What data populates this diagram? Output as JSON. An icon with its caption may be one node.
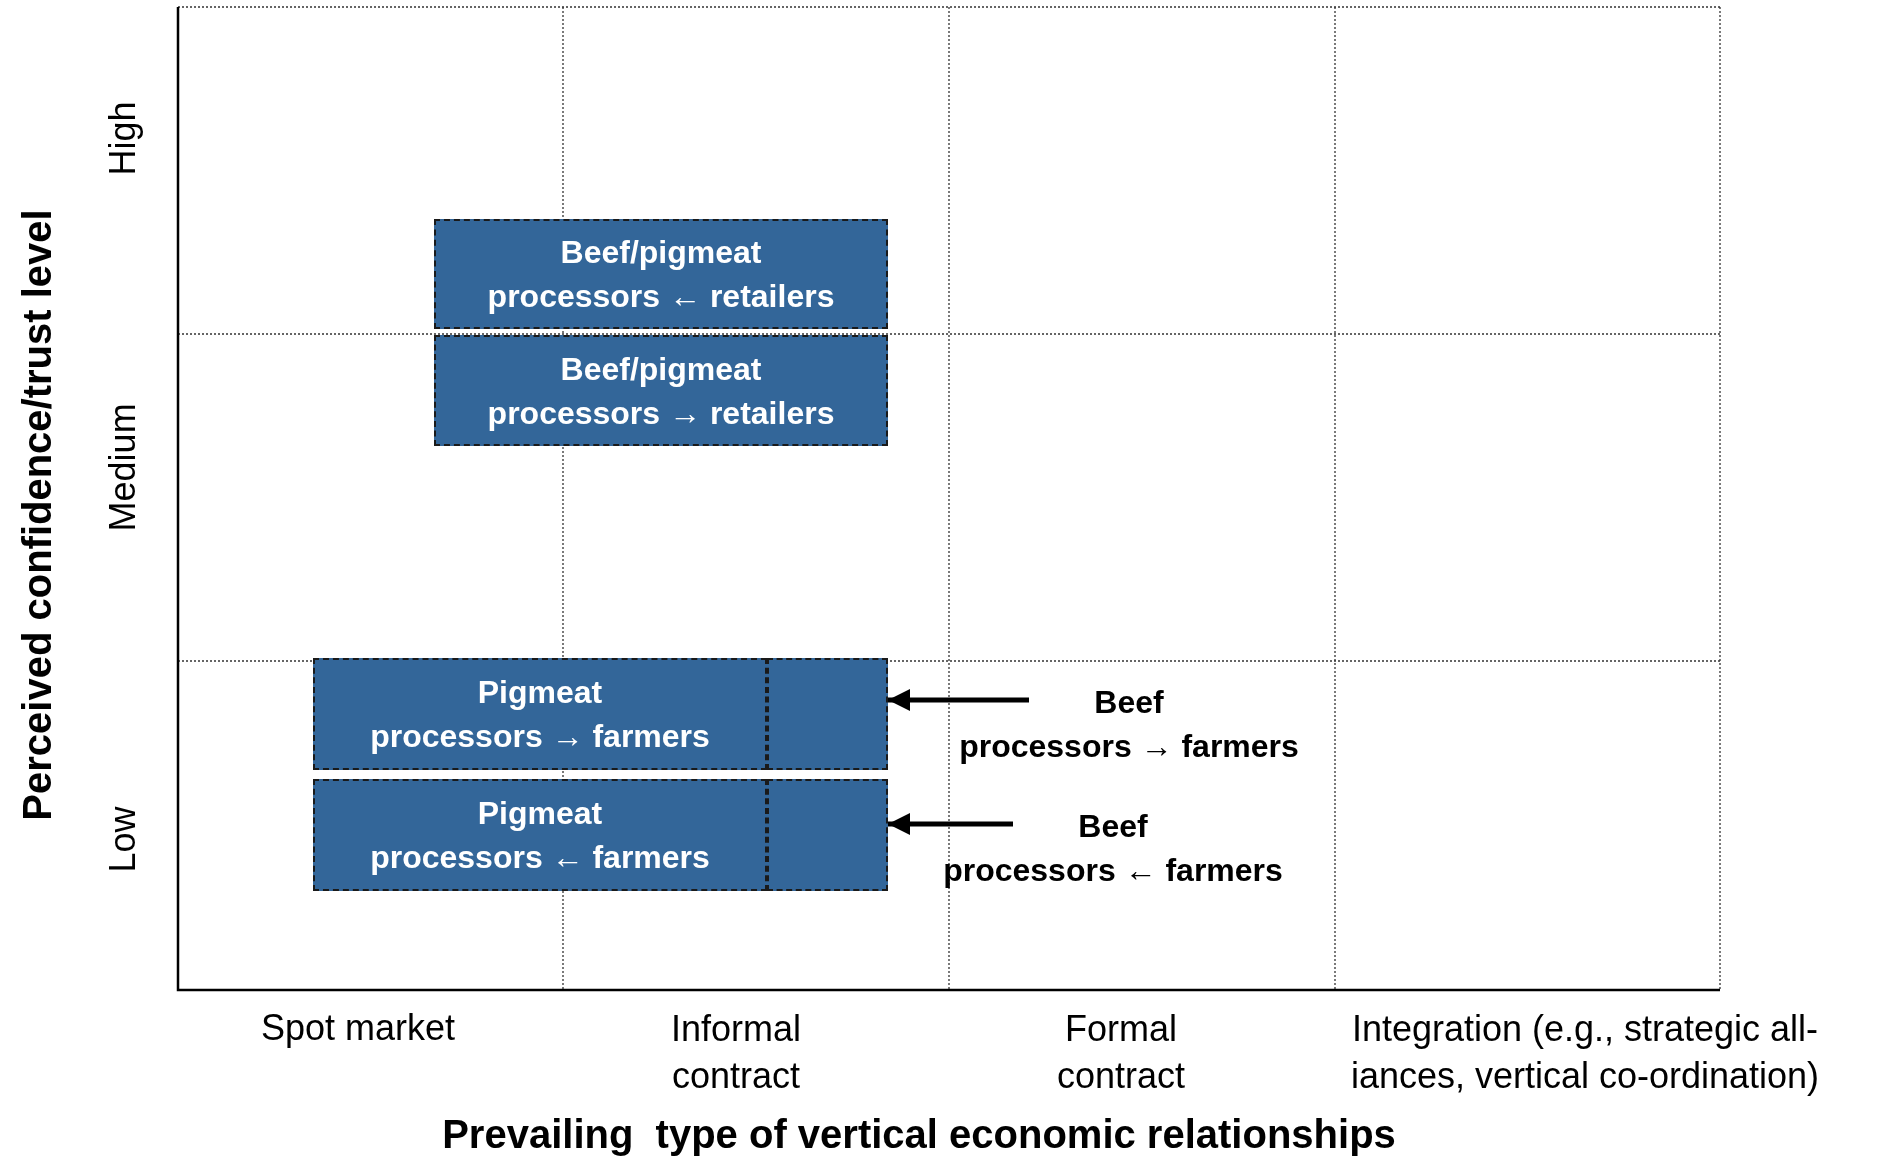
{
  "diagram": {
    "nodes": [
      {
        "text": [
          "Beef/pigmeat processors ← retailers"
        ]
      },
      {
        "text": [
          "Beef/pigmeat processors → retailers"
        ]
      },
      {
        "text": [
          "Pigmeat processors → farmers"
        ]
      },
      {
        "text": [],
        "shape": "box"
      },
      {
        "text": [
          "Beef processors → farmers"
        ]
      },
      {
        "text": [
          "Pigmeat processors ← farmers"
        ]
      },
      {
        "text": [],
        "shape": "box"
      },
      {
        "text": [
          "Beef processors ← farmers"
        ]
      }
    ],
    "edges": [
      {
        "from": 4,
        "to": 3,
        "arrow": "to"
      },
      {
        "from": 7,
        "to": 6,
        "arrow": "to"
      }
    ],
    "labels": [
      "Perceived confidence/trust level",
      "High",
      "Medium",
      "Low",
      "Spot market",
      "Informal contract",
      "Formal contract",
      "Integration (e.g., strategic all- iances, vertical co-ordination)",
      "Prevailing  type of vertical economic relationships"
    ]
  }
}
